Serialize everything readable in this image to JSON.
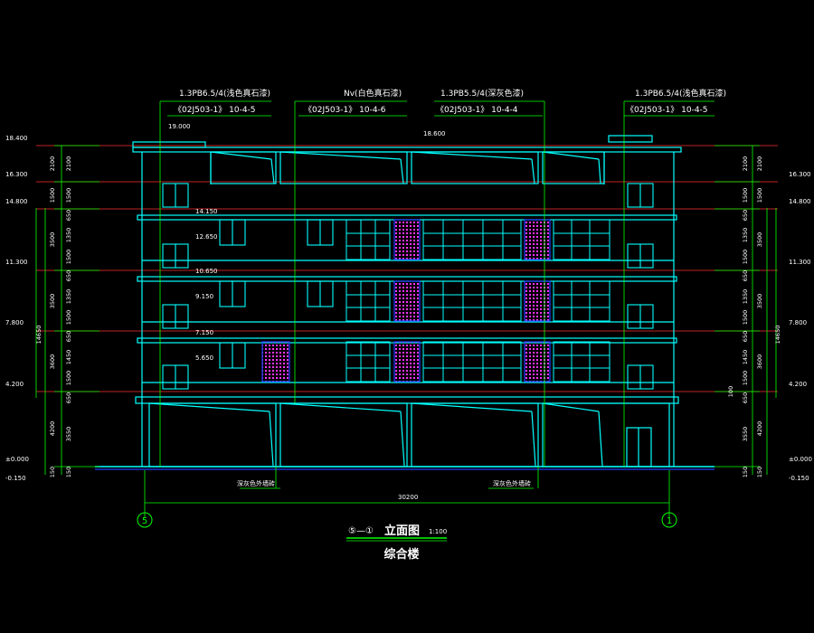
{
  "callouts": [
    {
      "line1": "1.3PB6.5/4(浅色真石漆)",
      "line2": "《02J503-1》 10-4-5"
    },
    {
      "line1": "Nv(白色真石漆)",
      "line2": "《02J503-1》 10-4-6"
    },
    {
      "line1": "1.3PB5.5/4(深灰色漆)",
      "line2": "《02J503-1》 10-4-4"
    },
    {
      "line1": "1.3PB6.5/4(浅色真石漆)",
      "line2": "《02J503-1》 10-4-5"
    }
  ],
  "roof_levels": {
    "parapet": "19.000",
    "top": "18.600"
  },
  "left_levels": [
    "18.400",
    "16.300",
    "14.800",
    "11.300",
    "7.800",
    "4.200",
    "±0.000",
    "-0.150"
  ],
  "right_levels": [
    "16.300",
    "14.800",
    "11.300",
    "7.800",
    "4.200",
    "±0.000",
    "-0.150"
  ],
  "inner_levels": [
    "14.150",
    "12.650",
    "10.650",
    "9.150",
    "7.150",
    "5.650"
  ],
  "dims_left_inner": [
    "2100",
    "1500",
    "650",
    "1350",
    "1500",
    "650",
    "1350",
    "1500",
    "650",
    "1450",
    "1500",
    "650",
    "3550",
    "150"
  ],
  "dims_left_outer": [
    "2100",
    "1500",
    "3500",
    "3500",
    "3600",
    "4200",
    "150"
  ],
  "dims_left_total": "14650",
  "dims_right_inner": [
    "2100",
    "1500",
    "650",
    "1350",
    "1500",
    "650",
    "1350",
    "1500",
    "650",
    "1450",
    "1500",
    "100",
    "650",
    "3550",
    "150"
  ],
  "dims_right_outer": [
    "2100",
    "1500",
    "3500",
    "3500",
    "3600",
    "4200",
    "150"
  ],
  "dims_right_total": "14650",
  "base_notes": [
    "深灰色外墙砖",
    "深灰色外墙砖"
  ],
  "overall_width": "30200",
  "axis_left": "5",
  "axis_right": "1",
  "title": {
    "axes": "⑤—①",
    "name": "立面图",
    "scale": "1:100",
    "subtitle": "综合楼"
  },
  "colors": {
    "wall": "#00ffff",
    "dim": "#00ff00",
    "level_line": "#ff3030",
    "panel": "#ff33ff",
    "blue": "#2040ff"
  }
}
